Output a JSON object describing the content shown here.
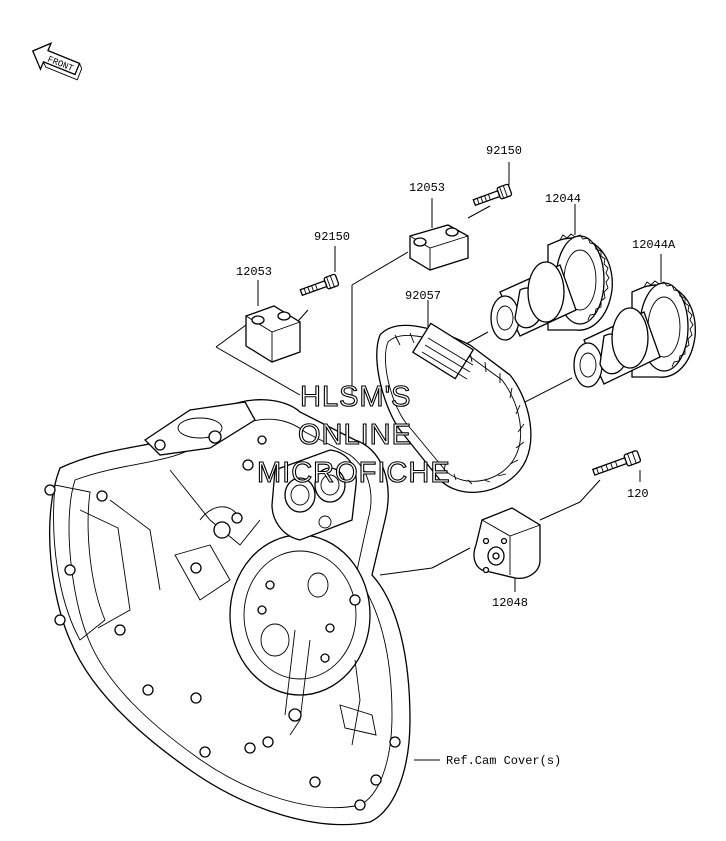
{
  "diagram": {
    "front_marker": "FRONT",
    "part_labels": {
      "bolt_upper": "92150",
      "bolt_left": "92150",
      "holder_upper": "12053",
      "holder_left": "12053",
      "camshaft_front": "12044",
      "camshaft_rear": "12044A",
      "chain": "92057",
      "bolt_tensioner": "120",
      "tensioner": "12048",
      "cover_ref": "Ref.Cam Cover(s)"
    },
    "watermark": [
      "HLSM'S",
      "ONLINE",
      "MICROFICHE"
    ]
  }
}
